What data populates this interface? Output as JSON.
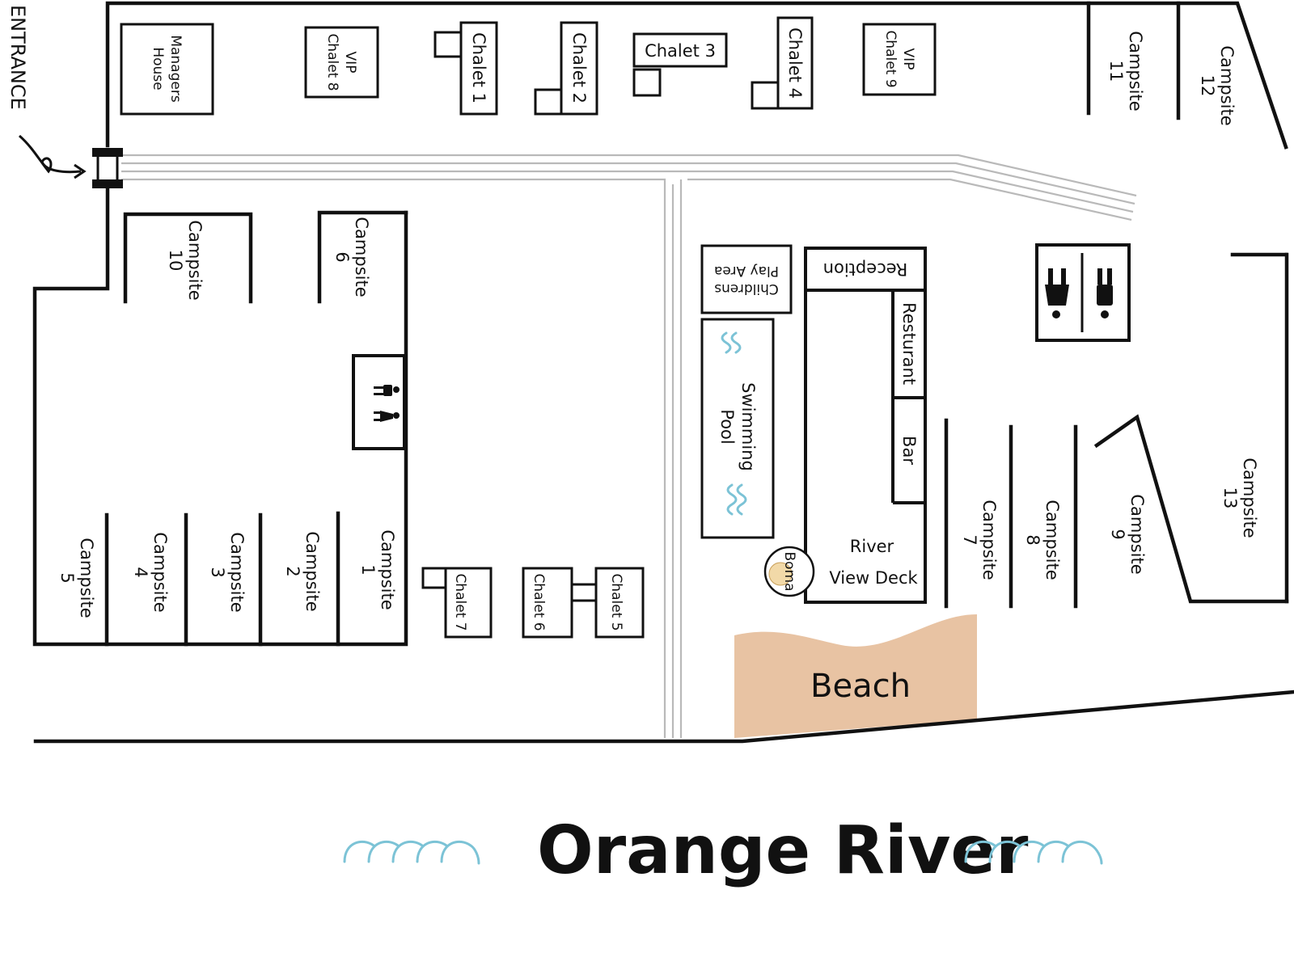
{
  "map": {
    "entrance": "ENTRANCE",
    "managers_house": [
      "Managers",
      "House"
    ],
    "vip_chalet_8": [
      "VIP",
      "Chalet 8"
    ],
    "vip_chalet_9": [
      "VIP",
      "Chalet 9"
    ],
    "chalet_1": "Chalet 1",
    "chalet_2": "Chalet 2",
    "chalet_3": "Chalet 3",
    "chalet_4": "Chalet 4",
    "chalet_5": "Chalet 5",
    "chalet_6": "Chalet 6",
    "chalet_7": "Chalet 7",
    "campsites": {
      "c1": [
        "Campsite",
        "1"
      ],
      "c2": [
        "Campsite",
        "2"
      ],
      "c3": [
        "Campsite",
        "3"
      ],
      "c4": [
        "Campsite",
        "4"
      ],
      "c5": [
        "Campsite",
        "5"
      ],
      "c6": [
        "Campsite",
        "6"
      ],
      "c7": [
        "Campsite",
        "7"
      ],
      "c8": [
        "Campsite",
        "8"
      ],
      "c9": [
        "Campsite",
        "9"
      ],
      "c10": [
        "Campsite",
        "10"
      ],
      "c11": [
        "Campsite",
        "11"
      ],
      "c12": [
        "Campsite",
        "12"
      ],
      "c13": [
        "Campsite",
        "13"
      ]
    },
    "reception": "Reception",
    "childrens_play_area": [
      "Childrens",
      "Play Area"
    ],
    "swimming_pool": [
      "Swimming",
      "Pool"
    ],
    "restaurant": "Resturant",
    "bar": "Bar",
    "river_view_deck": [
      "River",
      "View Deck"
    ],
    "boma": "Boma",
    "beach": "Beach",
    "river_name": "Orange River",
    "colors": {
      "beach": "#e8c3a3",
      "water": "#7cc3d6",
      "road": "#b9b9b9",
      "ink": "#111111"
    },
    "icons": [
      "toilet-icon",
      "toilet-icon",
      "entrance-arrow-icon",
      "wave-icon"
    ]
  }
}
